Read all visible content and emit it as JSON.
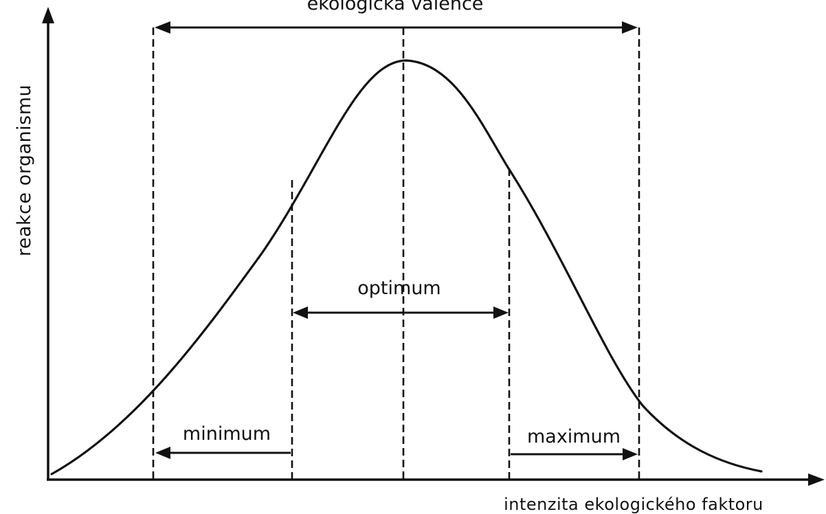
{
  "diagram": {
    "top_label": "ekologická valence",
    "optimum_label": "optimum",
    "minimum_label": "minimum",
    "maximum_label": "maximum",
    "x_axis_label": "intenzita ekologického faktoru",
    "y_axis_label": "reakce organismu"
  }
}
